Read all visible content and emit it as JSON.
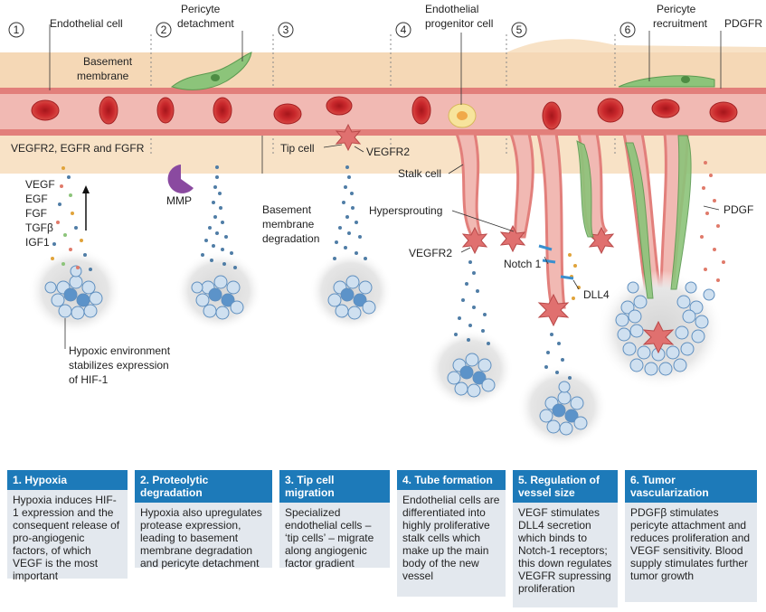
{
  "steps": [
    {
      "num": "1",
      "title": "1. Hypoxia",
      "body": "Hypoxia induces HIF-1 expression and the consequent release of pro-angiogenic factors, of which VEGF is the most important"
    },
    {
      "num": "2",
      "title": "2. Proteolytic degradation",
      "body": "Hypoxia also upregulates protease expression, leading to basement membrane degradation and pericyte detachment"
    },
    {
      "num": "3",
      "title": "3. Tip cell migration",
      "body": "Specialized endothelial cells – ‘tip cells’ – migrate along angiogenic factor gradient"
    },
    {
      "num": "4",
      "title": "4. Tube formation",
      "body": "Endothelial cells are differentiated into highly proliferative stalk cells which make up the main body of the new vessel"
    },
    {
      "num": "5",
      "title": "5. Regulation of vessel size",
      "body": "VEGF stimulates DLL4 secretion which binds to Notch-1 receptors; this down regulates VEGFR supressing proliferation"
    },
    {
      "num": "6",
      "title": "6. Tumor vascularization",
      "body": "PDGFβ stimulates pericyte attachment and reduces proliferation and VEGF sensitivity. Blood supply stimulates further tumor growth"
    }
  ],
  "labels": {
    "endothelial_cell": "Endothelial cell",
    "pericyte_detachment_1": "Pericyte",
    "pericyte_detachment_2": "detachment",
    "basement_membrane_1": "Basement",
    "basement_membrane_2": "membrane",
    "endothelial_progenitor_1": "Endothelial",
    "endothelial_progenitor_2": "progenitor cell",
    "pericyte_recruitment_1": "Pericyte",
    "pericyte_recruitment_2": "recruitment",
    "pdgfr": "PDGFR",
    "receptors": "VEGFR2, EGFR and FGFR",
    "vegf": "VEGF",
    "egf": "EGF",
    "fgf": "FGF",
    "tgfb": "TGFβ",
    "igf1": "IGF1",
    "mmp": "MMP",
    "bm_degradation_1": "Basement",
    "bm_degradation_2": "membrane",
    "bm_degradation_3": "degradation",
    "tip_cell": "Tip cell",
    "vegfr2_a": "VEGFR2",
    "stalk_cell": "Stalk cell",
    "hypersprouting": "Hypersprouting",
    "vegfr2_b": "VEGFR2",
    "notch1": "Notch 1",
    "dll4": "DLL4",
    "pdgf": "PDGF",
    "hypoxic_1": "Hypoxic environment",
    "hypoxic_2": "stabilizes expression",
    "hypoxic_3": "of HIF-1"
  },
  "colors": {
    "panel_header": "#1d7ab9",
    "panel_body": "#e3e8ee",
    "tissue": "#f8e2c6",
    "vessel": "#f1b9b3",
    "rbc": "#c8282c",
    "pericyte": "#8cc47a",
    "tumor": "#8fb5db",
    "dots": "#4f7da6"
  }
}
